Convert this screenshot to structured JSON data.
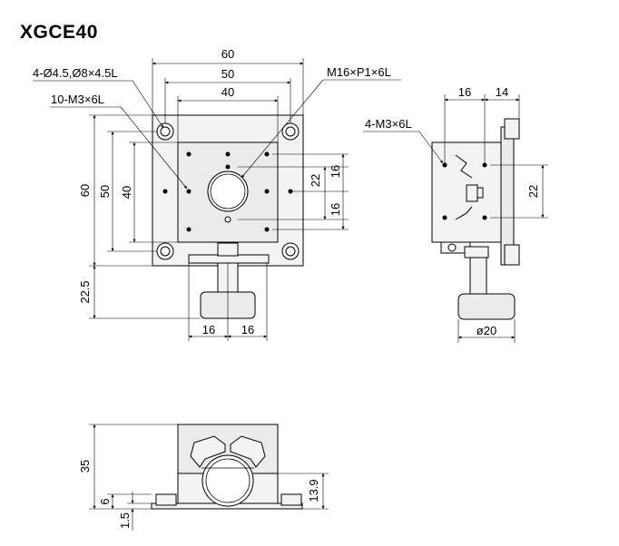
{
  "title": "XGCE40",
  "top_view": {
    "dim_width_60": "60",
    "dim_width_50": "50",
    "dim_width_40": "40",
    "dim_height_60": "60",
    "dim_height_50": "50",
    "dim_height_40": "40",
    "dim_22": "22",
    "dim_16_upper": "16",
    "dim_16_lower": "16",
    "dim_22_5": "22.5",
    "dim_16_left": "16",
    "dim_16_right": "16",
    "callout_mount_holes": "4-Ø4.5,Ø8×4.5L",
    "callout_tapped_holes": "10-M3×6L",
    "callout_center_thread": "M16×P1×6L"
  },
  "side_view": {
    "dim_16": "16",
    "dim_14": "14",
    "dim_22": "22",
    "dim_dia20": "ø20",
    "callout_holes": "4-M3×6L"
  },
  "front_view": {
    "dim_35": "35",
    "dim_6": "6",
    "dim_1_5": "1.5",
    "dim_13_9": "13.9"
  }
}
